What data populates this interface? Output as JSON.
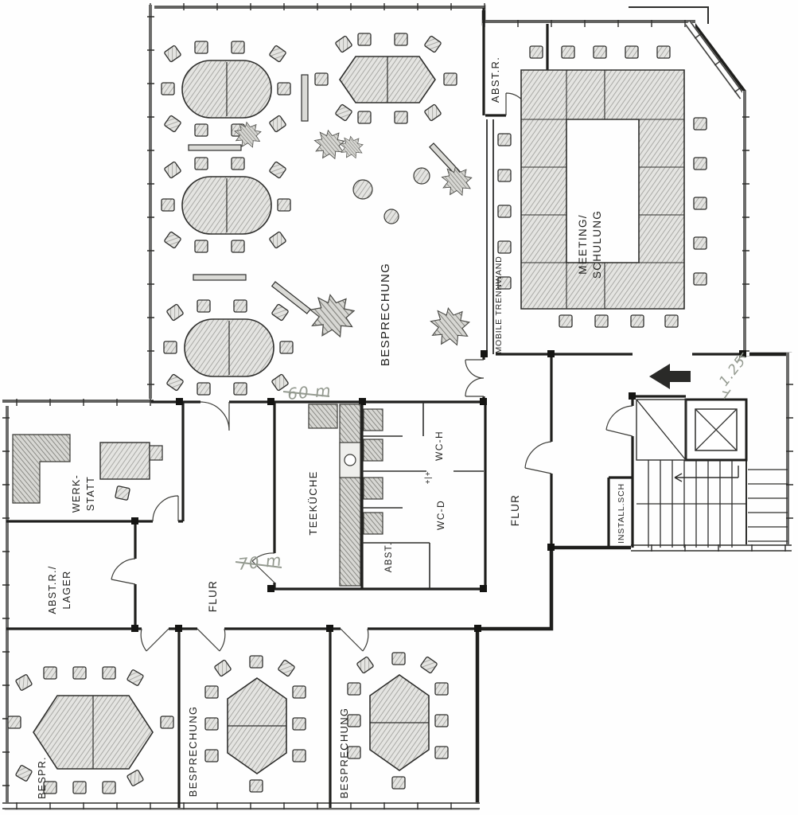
{
  "document": {
    "kind": "scanned office floor plan",
    "language": "de"
  },
  "labels": {
    "besprechung_main": "BESPRECHUNG",
    "abstr_top": "ABST.R.",
    "meeting_line1": "MEETING/",
    "meeting_line2": "SCHULUNG",
    "mobile_trennwand": "MOBILE TRENNWAND",
    "werkstatt_line1": "WERK-",
    "werkstatt_line2": "STATT",
    "teekueche": "TEEKÜCHE",
    "wc_h": "WC-H",
    "wc_d": "WC-D",
    "wc_mark": "+|+",
    "abst_small": "ABST.",
    "flur_right": "FLUR",
    "install_sch": "INSTALL.SCH",
    "abstr_lager_line1": "ABST.R./",
    "abstr_lager_line2": "LAGER",
    "flur_left": "FLUR",
    "bespr_small": "BESPR.",
    "besprechung_mid": "BESPRECHUNG",
    "besprechung_right": "BESPRECHUNG"
  },
  "annotations": {
    "area_60": "60 m",
    "area_70": "70 m",
    "dim_125": "1.25"
  },
  "colors": {
    "ink": "#1f1f1d",
    "pencil": "#949a90",
    "paper": "#fefefe",
    "shading": "#9b9b97"
  }
}
